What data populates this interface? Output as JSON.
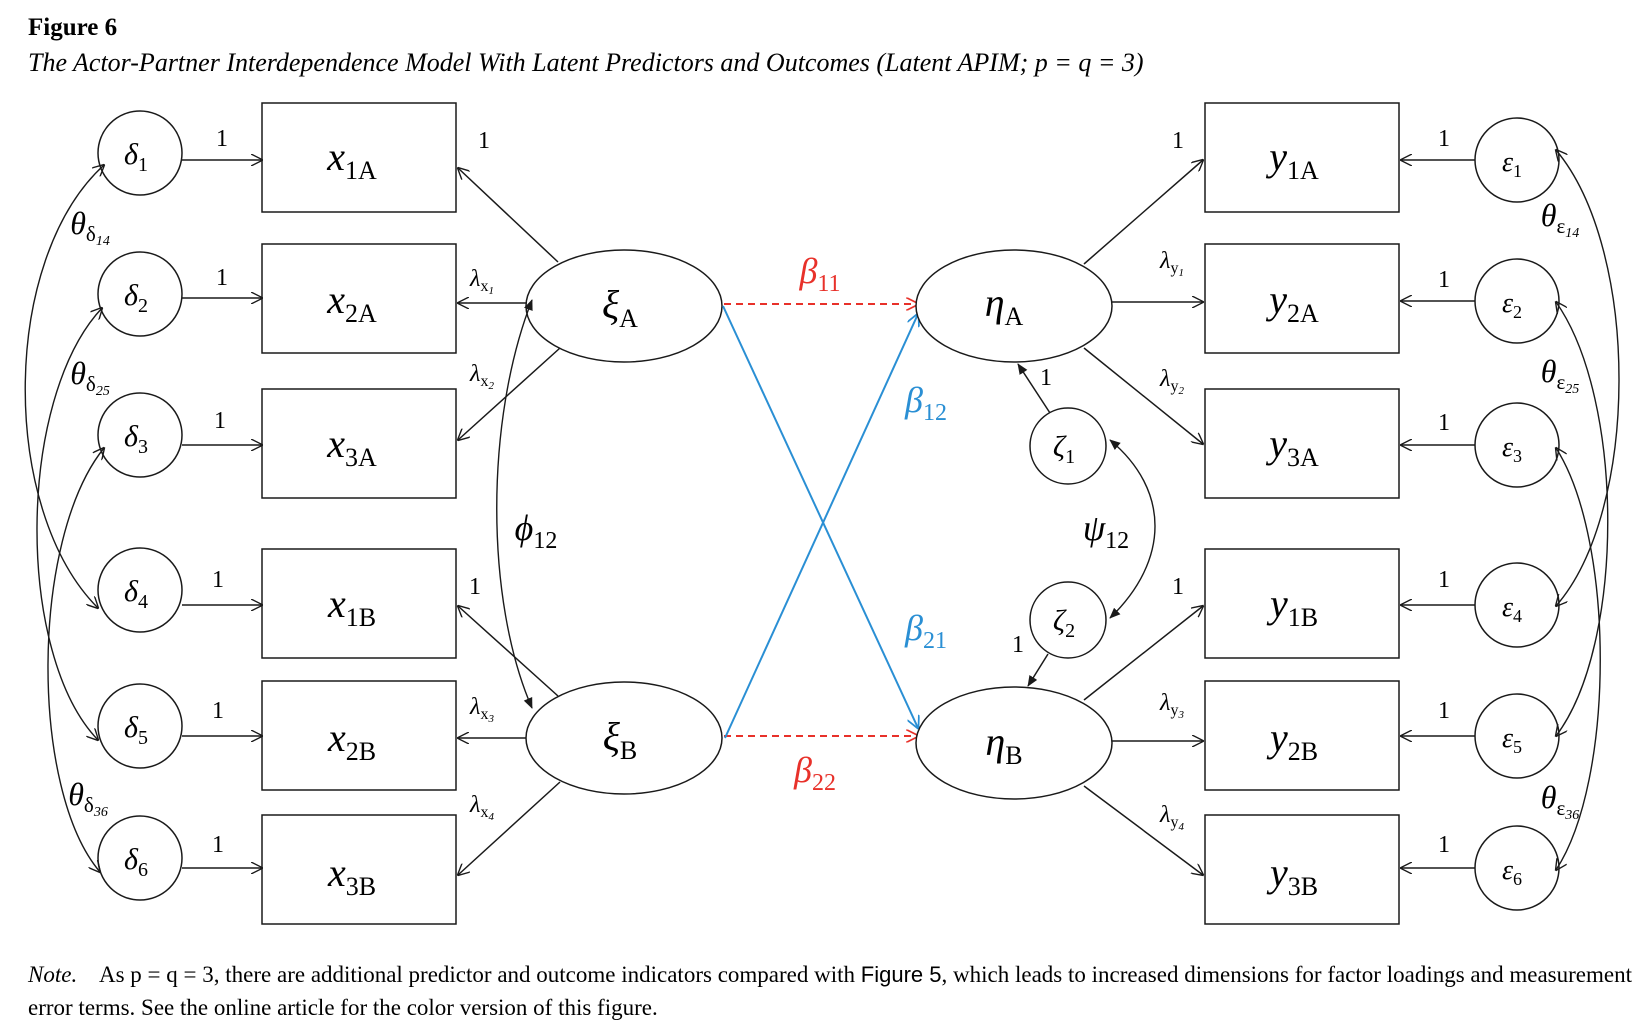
{
  "figure": {
    "label": "Figure 6",
    "title": "The Actor-Partner Interdependence Model With Latent Predictors and Outcomes (Latent APIM; p = q = 3)"
  },
  "colors": {
    "ink": "#1a1a1a",
    "actor_effect": "#e8312a",
    "partner_effect": "#2a8fd4"
  },
  "nodes": {
    "x_indicators": [
      {
        "base": "x",
        "sub": "1A"
      },
      {
        "base": "x",
        "sub": "2A"
      },
      {
        "base": "x",
        "sub": "3A"
      },
      {
        "base": "x",
        "sub": "1B"
      },
      {
        "base": "x",
        "sub": "2B"
      },
      {
        "base": "x",
        "sub": "3B"
      }
    ],
    "y_indicators": [
      {
        "base": "y",
        "sub": "1A"
      },
      {
        "base": "y",
        "sub": "2A"
      },
      {
        "base": "y",
        "sub": "3A"
      },
      {
        "base": "y",
        "sub": "1B"
      },
      {
        "base": "y",
        "sub": "2B"
      },
      {
        "base": "y",
        "sub": "3B"
      }
    ],
    "deltas": [
      {
        "base": "δ",
        "sub": "1"
      },
      {
        "base": "δ",
        "sub": "2"
      },
      {
        "base": "δ",
        "sub": "3"
      },
      {
        "base": "δ",
        "sub": "4"
      },
      {
        "base": "δ",
        "sub": "5"
      },
      {
        "base": "δ",
        "sub": "6"
      }
    ],
    "epsilons": [
      {
        "base": "ε",
        "sub": "1"
      },
      {
        "base": "ε",
        "sub": "2"
      },
      {
        "base": "ε",
        "sub": "3"
      },
      {
        "base": "ε",
        "sub": "4"
      },
      {
        "base": "ε",
        "sub": "5"
      },
      {
        "base": "ε",
        "sub": "6"
      }
    ],
    "xi_A": {
      "base": "ξ",
      "sub": "A"
    },
    "xi_B": {
      "base": "ξ",
      "sub": "B"
    },
    "eta_A": {
      "base": "η",
      "sub": "A"
    },
    "eta_B": {
      "base": "η",
      "sub": "B"
    },
    "zeta_1": {
      "base": "ζ",
      "sub": "1"
    },
    "zeta_2": {
      "base": "ζ",
      "sub": "2"
    }
  },
  "paths": {
    "unit_label": "1",
    "beta_11": {
      "base": "β",
      "sub": "11"
    },
    "beta_12": {
      "base": "β",
      "sub": "12"
    },
    "beta_21": {
      "base": "β",
      "sub": "21"
    },
    "beta_22": {
      "base": "β",
      "sub": "22"
    },
    "phi_12": {
      "base": "ϕ",
      "sub": "12"
    },
    "psi_12": {
      "base": "ψ",
      "sub": "12"
    },
    "lambda_x": [
      {
        "base": "λ",
        "sub": "x",
        "sub2": "1"
      },
      {
        "base": "λ",
        "sub": "x",
        "sub2": "2"
      },
      {
        "base": "λ",
        "sub": "x",
        "sub2": "3"
      },
      {
        "base": "λ",
        "sub": "x",
        "sub2": "4"
      }
    ],
    "lambda_y": [
      {
        "base": "λ",
        "sub": "y",
        "sub2": "1"
      },
      {
        "base": "λ",
        "sub": "y",
        "sub2": "2"
      },
      {
        "base": "λ",
        "sub": "y",
        "sub2": "3"
      },
      {
        "base": "λ",
        "sub": "y",
        "sub2": "4"
      }
    ],
    "theta_delta": [
      {
        "base": "θ",
        "sub": "δ",
        "sub2": "14"
      },
      {
        "base": "θ",
        "sub": "δ",
        "sub2": "25"
      },
      {
        "base": "θ",
        "sub": "δ",
        "sub2": "36"
      }
    ],
    "theta_epsilon": [
      {
        "base": "θ",
        "sub": "ε",
        "sub2": "14"
      },
      {
        "base": "θ",
        "sub": "ε",
        "sub2": "25"
      },
      {
        "base": "θ",
        "sub": "ε",
        "sub2": "36"
      }
    ]
  },
  "note": {
    "lead": "Note.",
    "text_1": "As p = q = 3, there are additional predictor and outcome indicators compared with",
    "ref": "Figure 5",
    "text_2": ", which leads to increased dimensions for factor loadings and measurement error terms. See the online article for the color version of this figure."
  }
}
